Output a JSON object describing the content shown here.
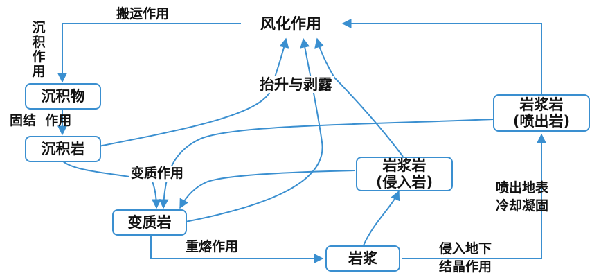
{
  "nodes": {
    "weathering": "风化作用",
    "sediment": "沉积物",
    "sedimentary_rock": "沉积岩",
    "metamorphic_rock": "变质岩",
    "magma": "岩浆",
    "intrusive_rock": [
      "岩浆岩",
      "(侵入岩)"
    ],
    "extrusive_rock": [
      "岩浆岩",
      "(喷出岩)"
    ]
  },
  "labels": {
    "transport": "搬运作用",
    "deposition": [
      "沉",
      "积",
      "作",
      "用"
    ],
    "cementation": "固结  作用",
    "uplift": "抬升与剥露",
    "metamorphism": "变质作用",
    "remelting": "重熔作用",
    "eruption": [
      "喷出地表",
      "冷却凝固"
    ],
    "intrusion": [
      "侵入地下",
      "结晶作用"
    ]
  },
  "colors": {
    "arrow": "#3a8fd0",
    "box_border": "#3a8fd0",
    "text": "#111111"
  }
}
